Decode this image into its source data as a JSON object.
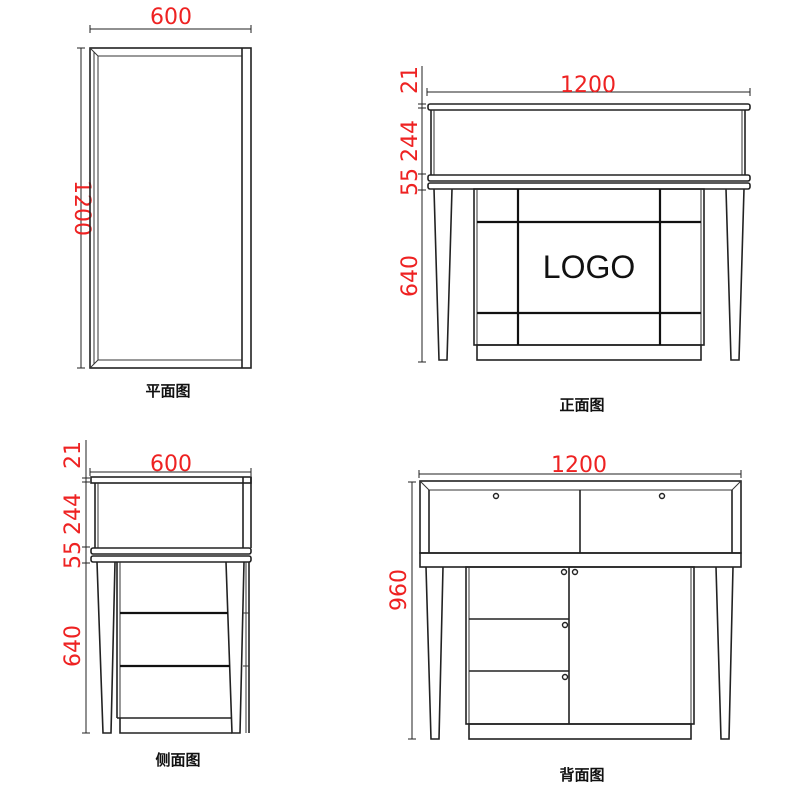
{
  "colors": {
    "dimension_text": "#ee2222",
    "line": "#222222",
    "background": "#ffffff"
  },
  "views": {
    "plan": {
      "caption": "平面图",
      "width_label": "600",
      "height_label": "1200"
    },
    "front": {
      "caption": "正面图",
      "width_label": "1200",
      "dim_top": "21",
      "dim_glass": "244",
      "dim_base": "55",
      "dim_cabinet": "640",
      "logo_text": "LOGO"
    },
    "side": {
      "caption": "侧面图",
      "width_label": "600",
      "dim_top": "21",
      "dim_glass": "244",
      "dim_base": "55",
      "dim_cabinet": "640"
    },
    "back": {
      "caption": "背面图",
      "width_label": "1200",
      "dim_total": "960"
    }
  }
}
